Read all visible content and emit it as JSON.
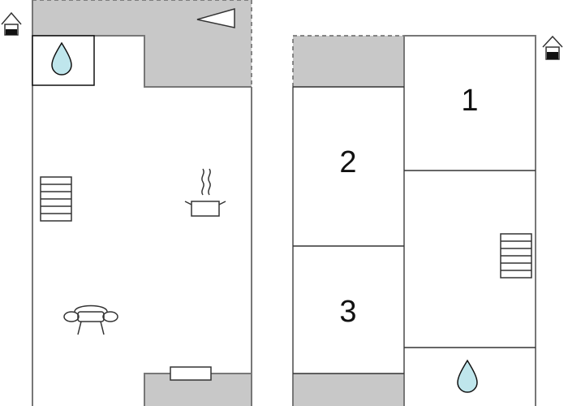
{
  "floor_plan": {
    "rooms": [
      {
        "id": "1",
        "label": "1"
      },
      {
        "id": "2",
        "label": "2"
      },
      {
        "id": "3",
        "label": "3"
      }
    ],
    "colors": {
      "wall": "#777777",
      "gray_area": "#c8c8c8",
      "water_fill": "#bfe6ec",
      "line": "#333333"
    },
    "icons": [
      "house-icon",
      "water-drop-icon",
      "stairs-icon",
      "cooking-pot-icon",
      "sofa-icon",
      "window-icon",
      "direction-arrow-icon"
    ]
  }
}
